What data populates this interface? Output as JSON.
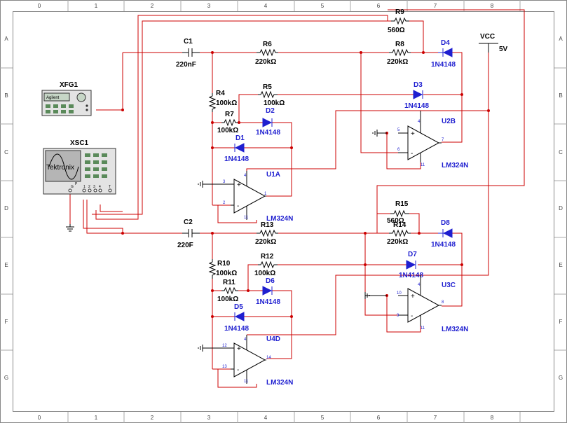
{
  "border": {
    "columns": [
      "0",
      "1",
      "2",
      "3",
      "4",
      "5",
      "6",
      "7",
      "8"
    ],
    "rows": [
      "A",
      "B",
      "C",
      "D",
      "E",
      "F",
      "G"
    ]
  },
  "instruments": {
    "xfg1_label": "XFG1",
    "xfg1_brand": "Agilent",
    "xsc1_label": "XSC1",
    "xsc1_brand": "Tektronix",
    "xsc1_pins": [
      "P",
      "1",
      "2",
      "3",
      "4",
      "T",
      "G"
    ]
  },
  "resistors": {
    "r9": {
      "ref": "R9",
      "value": "560Ω"
    },
    "r6": {
      "ref": "R6",
      "value": "220kΩ"
    },
    "r8": {
      "ref": "R8",
      "value": "220kΩ"
    },
    "r4": {
      "ref": "R4",
      "value": "100kΩ"
    },
    "r5": {
      "ref": "R5",
      "value": "100kΩ"
    },
    "r7": {
      "ref": "R7",
      "value": "100kΩ"
    },
    "r15": {
      "ref": "R15",
      "value": "560Ω"
    },
    "r13": {
      "ref": "R13",
      "value": "220kΩ"
    },
    "r14": {
      "ref": "R14",
      "value": "220kΩ"
    },
    "r10": {
      "ref": "R10",
      "value": "100kΩ"
    },
    "r12": {
      "ref": "R12",
      "value": "100kΩ"
    },
    "r11": {
      "ref": "R11",
      "value": "100kΩ"
    }
  },
  "capacitors": {
    "c1": {
      "ref": "C1",
      "value": "220nF"
    },
    "c2": {
      "ref": "C2",
      "value": "220F"
    }
  },
  "diodes": {
    "d1": {
      "ref": "D1",
      "part": "1N4148"
    },
    "d2": {
      "ref": "D2",
      "part": "1N4148"
    },
    "d3": {
      "ref": "D3",
      "part": "1N4148"
    },
    "d4": {
      "ref": "D4",
      "part": "1N4148"
    },
    "d5": {
      "ref": "D5",
      "part": "1N4148"
    },
    "d6": {
      "ref": "D6",
      "part": "1N4148"
    },
    "d7": {
      "ref": "D7",
      "part": "1N4148"
    },
    "d8": {
      "ref": "D8",
      "part": "1N4148"
    }
  },
  "opamps": {
    "u1a": {
      "ref": "U1A",
      "part": "LM324N",
      "pins": {
        "vplus": "4",
        "inp": "3",
        "inn": "2",
        "out": "1",
        "vminus": "11"
      }
    },
    "u2b": {
      "ref": "U2B",
      "part": "LM324N",
      "pins": {
        "vplus": "4",
        "inp": "5",
        "inn": "6",
        "out": "7",
        "vminus": "11"
      }
    },
    "u3c": {
      "ref": "U3C",
      "part": "LM324N",
      "pins": {
        "vplus": "4",
        "inp": "10",
        "inn": "9",
        "out": "8",
        "vminus": "11"
      }
    },
    "u4d": {
      "ref": "U4D",
      "part": "LM324N",
      "pins": {
        "vplus": "4",
        "inp": "12",
        "inn": "13",
        "out": "14",
        "vminus": "11"
      }
    }
  },
  "supply": {
    "ref": "VCC",
    "value": "5V"
  },
  "symbols": {
    "plus": "+",
    "minus": "-"
  },
  "colors": {
    "wire": "#cc0000",
    "component": "#000000",
    "part_label": "#1f1fd0",
    "border": "#888888"
  }
}
